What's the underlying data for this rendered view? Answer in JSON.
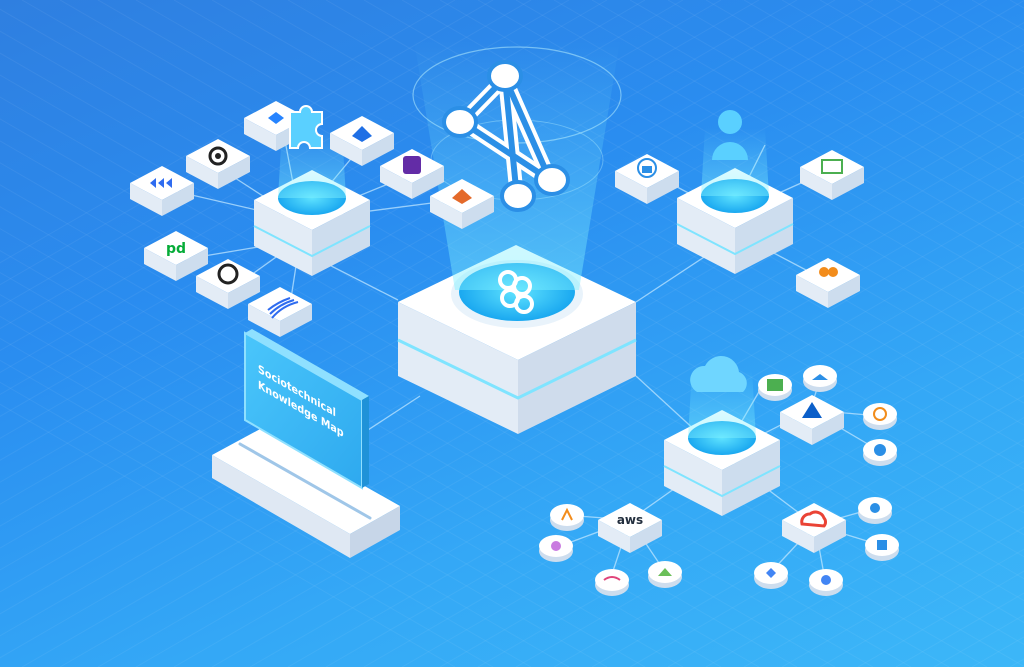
{
  "map_label": [
    "Sociotechnical",
    "Knowledge Map"
  ],
  "icon_text": {
    "pagerduty": "pd",
    "aws": "aws"
  },
  "colors": {
    "background_top": "#2f7fe0",
    "background_bottom": "#3cb7f8",
    "tile_top": "#ffffff",
    "tile_side": "#dfe8f3",
    "glow": "#6fe6ff",
    "screen": "#2fb6f4"
  },
  "icons": [
    "linear-arrows-icon",
    "circleci-icon",
    "jira-icon",
    "puzzle-piece-icon",
    "gitlab-diamond-icon",
    "datadog-icon",
    "codescene-icon",
    "pagerduty-icon",
    "github-icon",
    "sonar-icon",
    "graph-triangle-icon",
    "link-chain-icon",
    "lock-icon",
    "user-icon",
    "board-icon",
    "team-icon",
    "cloud-icon",
    "azure-devops-icon",
    "azure-icon",
    "grid-icon",
    "kubernetes-icon",
    "cosmos-icon",
    "aws-icon",
    "google-cloud-icon",
    "lambda-icon",
    "api-gateway-icon",
    "step-functions-icon",
    "sagemaker-icon",
    "cloud-function-icon",
    "cloud-run-icon",
    "cloud-chip-icon",
    "gcp-hex-icon",
    "stackdriver-icon"
  ]
}
